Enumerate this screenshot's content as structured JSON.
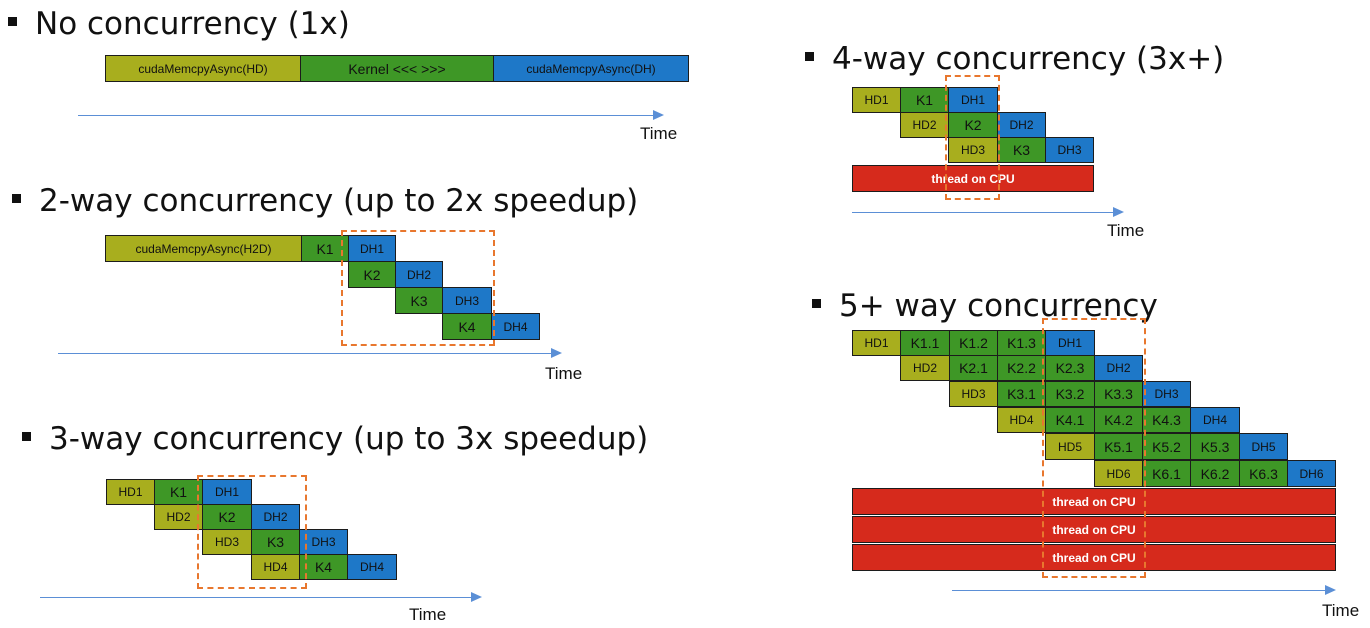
{
  "sections": {
    "no_concurrency": {
      "title": "No concurrency (1x)",
      "blocks": [
        "cudaMemcpyAsync(HD)",
        "Kernel <<< >>>",
        "cudaMemcpyAsync(DH)"
      ],
      "time_label": "Time"
    },
    "two_way": {
      "title": "2-way concurrency (up to 2x speedup)",
      "blocks": [
        "cudaMemcpyAsync(H2D)",
        "K1",
        "DH1",
        "K2",
        "DH2",
        "K3",
        "DH3",
        "K4",
        "DH4"
      ],
      "time_label": "Time"
    },
    "three_way": {
      "title": "3-way concurrency (up to 3x speedup)",
      "blocks": [
        "HD1",
        "K1",
        "DH1",
        "HD2",
        "K2",
        "DH2",
        "HD3",
        "K3",
        "DH3",
        "HD4",
        "K4",
        "DH4"
      ],
      "time_label": "Time"
    },
    "four_way": {
      "title": "4-way concurrency (3x+)",
      "blocks": [
        "HD1",
        "K1",
        "DH1",
        "HD2",
        "K2",
        "DH2",
        "HD3",
        "K3",
        "DH3"
      ],
      "cpu_label": "thread on CPU",
      "time_label": "Time"
    },
    "five_way": {
      "title": "5+ way concurrency",
      "blocks": [
        "HD1",
        "K1.1",
        "K1.2",
        "K1.3",
        "DH1",
        "HD2",
        "K2.1",
        "K2.2",
        "K2.3",
        "DH2",
        "HD3",
        "K3.1",
        "K3.2",
        "K3.3",
        "DH3",
        "HD4",
        "K4.1",
        "K4.2",
        "K4.3",
        "DH4",
        "HD5",
        "K5.1",
        "K5.2",
        "K5.3",
        "DH5",
        "HD6",
        "K6.1",
        "K6.2",
        "K6.3",
        "DH6"
      ],
      "cpu_labels": [
        "thread on CPU",
        "thread on CPU",
        "thread on CPU"
      ],
      "time_label": "Time"
    }
  },
  "colors": {
    "host_to_device": "#a8ae1e",
    "kernel": "#3e9726",
    "device_to_host": "#1e78c8",
    "cpu_thread": "#d62a1c",
    "overlap_box": "#e8772e",
    "time_axis": "#5b8fd6"
  }
}
